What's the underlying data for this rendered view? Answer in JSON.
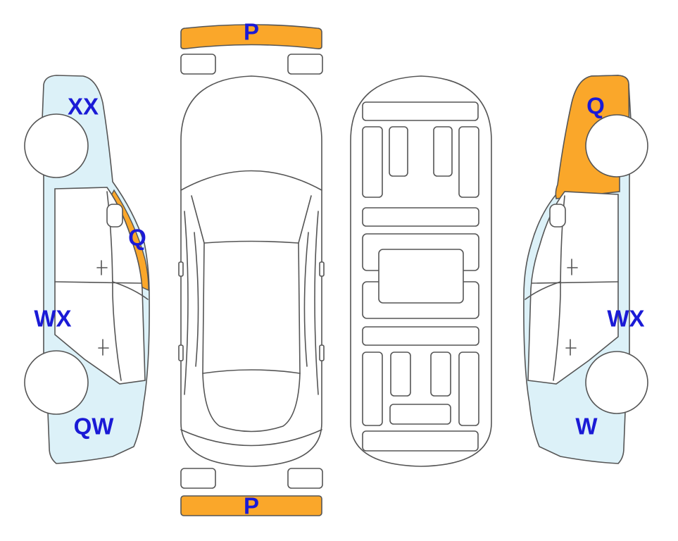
{
  "colors": {
    "outline": "#555555",
    "light_blue": "#dcf1f8",
    "orange": "#faa72a",
    "label": "#1a1ad6"
  },
  "labels": {
    "front_bumper": "P",
    "rear_bumper": "P",
    "left_front": "XX",
    "left_pillar": "Q",
    "left_doors": "WX",
    "left_rear": "QW",
    "right_rear": "Q",
    "right_doors": "WX",
    "right_front": "W"
  }
}
